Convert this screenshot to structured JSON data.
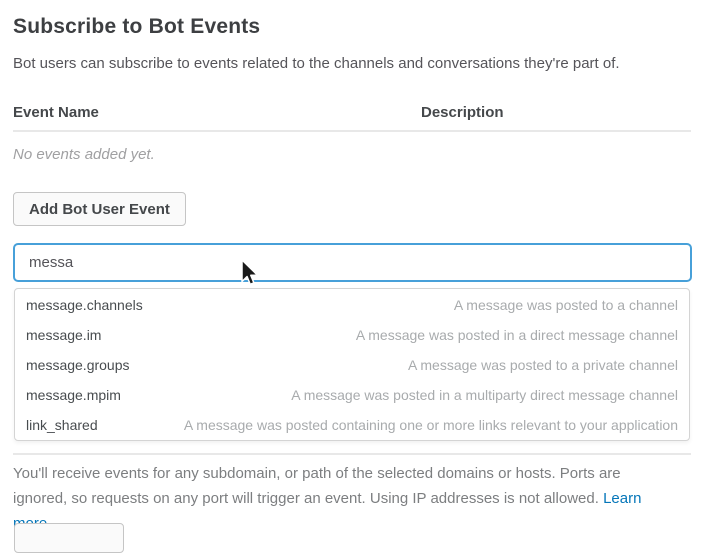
{
  "page": {
    "title": "Subscribe to Bot Events",
    "subtitle": "Bot users can subscribe to events related to the channels and conversations they're part of."
  },
  "events_table": {
    "columns": [
      "Event Name",
      "Description"
    ],
    "empty_message": "No events added yet."
  },
  "actions": {
    "add_event_label": "Add Bot User Event"
  },
  "event_search": {
    "value": "messa"
  },
  "suggestions": [
    {
      "name": "message.channels",
      "description": "A message was posted to a channel"
    },
    {
      "name": "message.im",
      "description": "A message was posted in a direct message channel"
    },
    {
      "name": "message.groups",
      "description": "A message was posted to a private channel"
    },
    {
      "name": "message.mpim",
      "description": "A message was posted in a multiparty direct message channel"
    },
    {
      "name": "link_shared",
      "description": "A message was posted containing one or more links relevant to your application"
    }
  ],
  "footer": {
    "text": "You'll receive events for any subdomain, or path of the selected domains or hosts. Ports are ignored, so requests on any port will trigger an event. Using IP addresses is not allowed.",
    "link_label": "Learn more."
  },
  "colors": {
    "link_blue": "#0576b9",
    "input_focus_border": "#47a0d9",
    "heading_text": "#3d3f42",
    "body_text": "#555459",
    "muted_text": "#a0a0a2"
  }
}
